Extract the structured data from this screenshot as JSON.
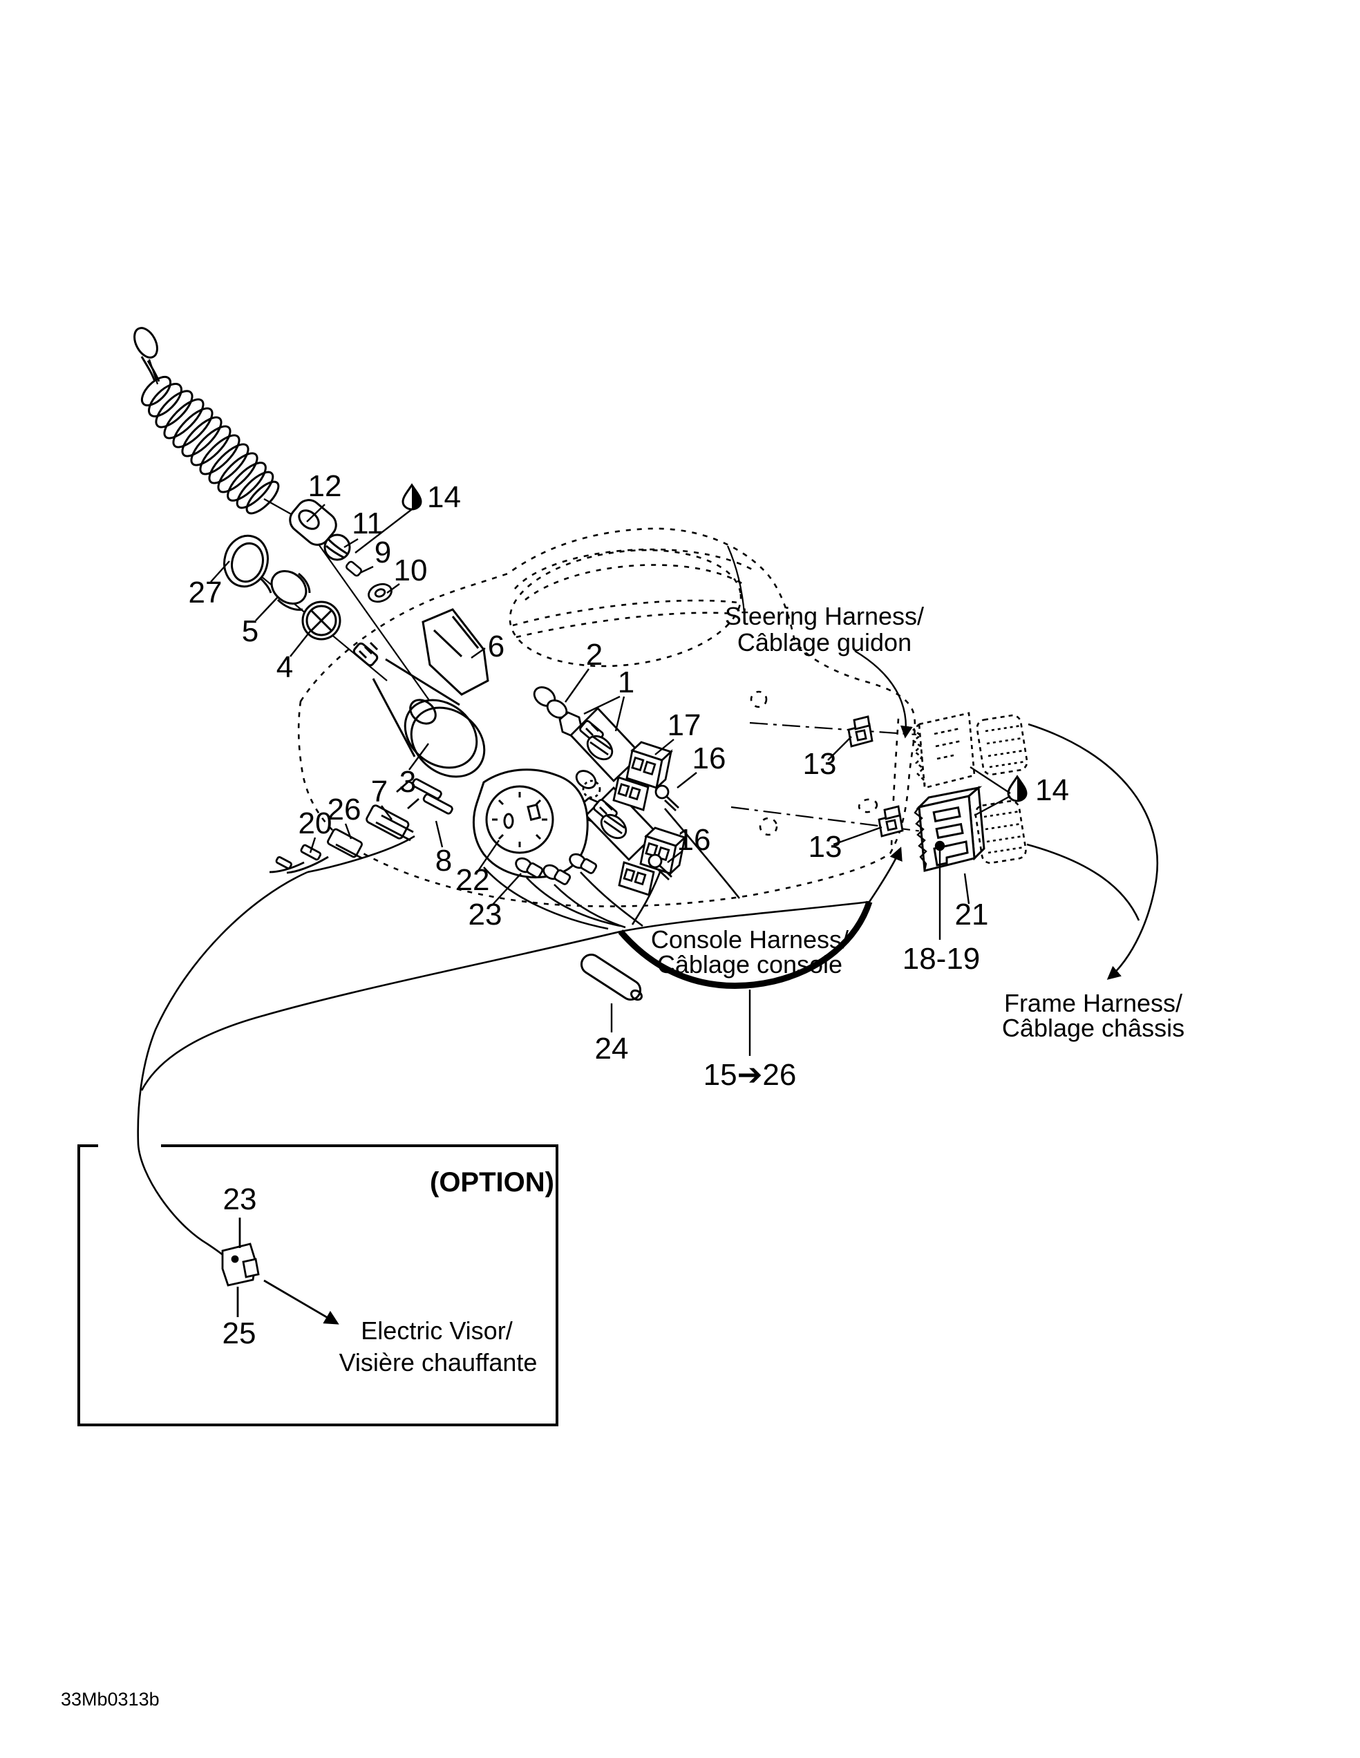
{
  "colors": {
    "ink": "#000000",
    "paper": "#ffffff"
  },
  "figure_code": "33Mb0313b",
  "harness_labels": {
    "steering_en": "Steering Harness/",
    "steering_fr": "Câblage guidon",
    "console_en": "Console Harness/",
    "console_fr": "Câblage console",
    "frame_en": "Frame Harness/",
    "frame_fr": "Câblage châssis"
  },
  "option_box": {
    "title": "(OPTION)",
    "visor_en": "Electric Visor/",
    "visor_fr": "Visière chauffante"
  },
  "range_label": "15➔26",
  "callouts": {
    "n1": "1",
    "n2": "2",
    "n3": "3",
    "n4": "4",
    "n5": "5",
    "n6": "6",
    "n7": "7",
    "n8": "8",
    "n9": "9",
    "n10": "10",
    "n11": "11",
    "n12": "12",
    "n13": "13",
    "n14": "14",
    "n16": "16",
    "n17": "17",
    "n18_19": "18-19",
    "n20": "20",
    "n21": "21",
    "n22": "22",
    "n23": "23",
    "n24": "24",
    "n25": "25",
    "n26": "26",
    "n27": "27"
  }
}
